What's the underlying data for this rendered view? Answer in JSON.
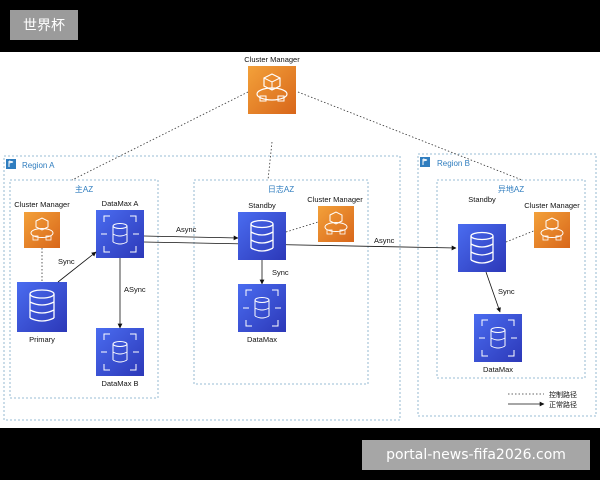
{
  "top_tag": "世界杯",
  "watermark": "portal-news-fifa2026.com",
  "diagram": {
    "cluster_manager_top": "Cluster Manager",
    "region_a": "Region A",
    "region_b": "Region B",
    "az_main": "主AZ",
    "az_log": "日志AZ",
    "az_remote": "异地AZ",
    "cm_main": "Cluster Manager",
    "cm_log": "Cluster Manager",
    "cm_remote": "Cluster Manager",
    "datamax_a": "DataMax A",
    "datamax_b": "DataMax B",
    "primary": "Primary",
    "standby_log": "Standby",
    "standby_remote": "Standby",
    "datamax_log": "DataMax",
    "datamax_remote": "DataMax",
    "sync1": "Sync",
    "async_main": "ASync",
    "async1": "Async",
    "async2": "Async",
    "sync_log": "Sync",
    "sync_remote": "Sync",
    "legend_control": "控制路径",
    "legend_normal": "正常路径"
  },
  "colors": {
    "orange": "#e8781e",
    "blue": "#3a4fd0",
    "region_border": "#7aa7c7"
  }
}
